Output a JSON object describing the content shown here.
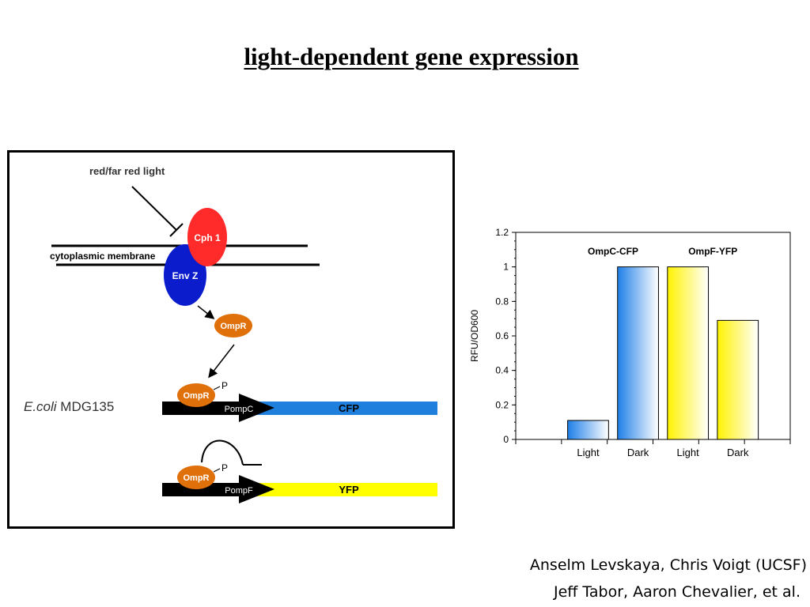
{
  "title": "light-dependent gene expression",
  "diagram": {
    "light_label": "red/far red light",
    "membrane_label": "cytoplasmic membrane",
    "cph1_label": "Cph 1",
    "envz_label": "Env Z",
    "ompr_label": "OmpR",
    "phospho_label": "P",
    "strain_italic": "E.coli",
    "strain_rest": " MDG135",
    "promoter_c_label": "PompC",
    "promoter_f_label": "PompF",
    "cfp_label": "CFP",
    "yfp_label": "YFP",
    "colors": {
      "cph1": "#ff2a2a",
      "envz": "#0a1ccc",
      "ompr": "#e0700a",
      "cfp_bar": "#1f7fdd",
      "yfp_bar": "#ffff00"
    }
  },
  "chart_data": {
    "type": "bar",
    "categories": [
      "Light",
      "Dark",
      "Light",
      "Dark"
    ],
    "values": [
      0.11,
      1.0,
      1.0,
      0.69
    ],
    "groups": [
      {
        "name": "OmpC-CFP",
        "color": "#2d86ea"
      },
      {
        "name": "OmpF-YFP",
        "color": "#fff200"
      }
    ],
    "bar_groups": [
      0,
      0,
      1,
      1
    ],
    "ylabel": "RFU/OD600",
    "ylim": [
      0,
      1.2
    ],
    "yticks": [
      "0",
      "0.2",
      "0.4",
      "0.6",
      "0.8",
      "1",
      "1.2"
    ],
    "grid": false
  },
  "credits": {
    "line1": "Anselm Levskaya, Chris Voigt (UCSF)",
    "line2": "Jeff Tabor, Aaron Chevalier, et al."
  }
}
